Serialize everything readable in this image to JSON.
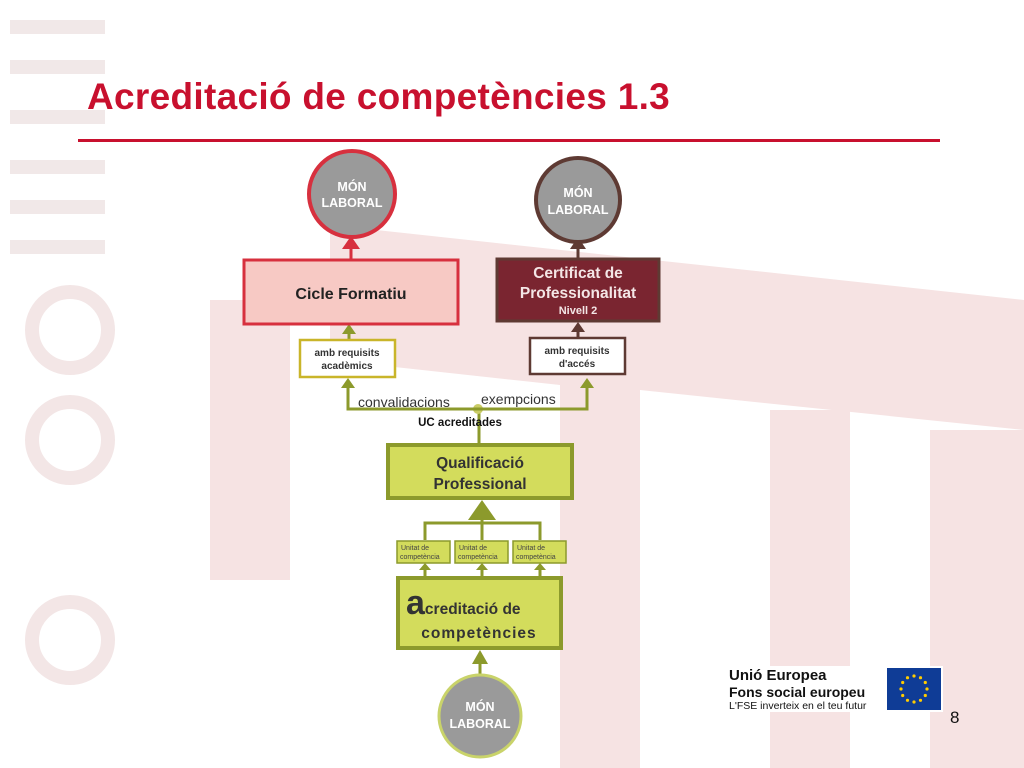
{
  "slide": {
    "title": "Acreditació de competències 1.3",
    "page_number": "8"
  },
  "diagram": {
    "mon_laboral_left": [
      "MÓN",
      "LABORAL"
    ],
    "mon_laboral_right": [
      "MÓN",
      "LABORAL"
    ],
    "mon_laboral_bottom": [
      "MÓN",
      "LABORAL"
    ],
    "cicle_formatiu": "Cicle Formatiu",
    "certificat": [
      "Certificat de",
      "Professionalitat",
      "Nivell 2"
    ],
    "requisits_academics": [
      "amb requisits",
      "acadèmics"
    ],
    "requisits_acces": [
      "amb requisits",
      "d'accés"
    ],
    "convalidacions": "convalidacions",
    "exempcions": "exempcions",
    "uc_acreditades": "UC acreditades",
    "qualificacio": [
      "Qualificació",
      "Professional"
    ],
    "unitats": [
      [
        "Unitat de",
        "competència"
      ],
      [
        "Unitat de",
        "competència"
      ],
      [
        "Unitat de",
        "competència"
      ]
    ],
    "acreditacio_initial": "a",
    "acreditacio_rest": "creditació de",
    "acreditacio_line2": "competències"
  },
  "footer": {
    "eu_line1": "Unió Europea",
    "eu_line2": "Fons social europeu",
    "eu_line3": "L'FSE inverteix en el teu futur"
  },
  "colors": {
    "title": "#c8102e",
    "watermark": "#f6e3e3",
    "red_accent": "#d7303e",
    "pink_fill": "#f7c9c4",
    "maroon": "#7a2530",
    "maroon_border": "#5e3a33",
    "olive_fill": "#d3dc5c",
    "olive_border": "#8c9a2c",
    "gray_circle": "#9a9a9a",
    "eu_blue": "#0f3c96",
    "eu_star": "#ffcc00"
  }
}
